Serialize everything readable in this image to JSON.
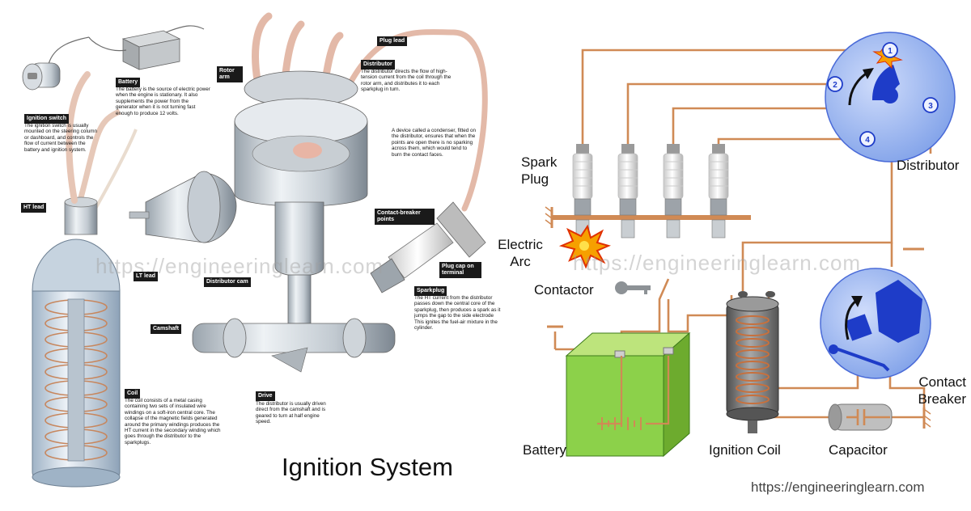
{
  "title": "Ignition System",
  "website": "https://engineeringlearn.com",
  "watermark": "https://engineeringlearn.com",
  "left_diagram": {
    "labels": {
      "ignition_switch": "Ignition switch",
      "battery": "Battery",
      "rotor_arm": "Rotor arm",
      "distributor": "Distributor",
      "plug_lead": "Plug lead",
      "contact_breaker_points": "Contact-breaker points",
      "ht_lead": "HT lead",
      "lt_lead": "LT lead",
      "distributor_cam": "Distributor cam",
      "plug_cap": "Plug cap on terminal",
      "sparkplug": "Sparkplug",
      "camshaft": "Camshaft",
      "drive": "Drive",
      "coil": "Coil"
    },
    "descriptions": {
      "ignition_switch": "The ignition switch is usually mounted on the steering column or dashboard, and controls the flow of current between the battery and ignition system.",
      "battery": "The battery is the source of electric power when the engine is stationary. It also supplements the power from the generator when it is not turning fast enough to produce 12 volts.",
      "distributor": "The distributor directs the flow of high-tension current from the coil through the rotor arm, and distributes it to each sparkplug in turn.",
      "condenser": "A device called a condenser, fitted on the distributor, ensures that when the points are open there is no sparking across them, which would tend to burn the contact faces.",
      "sparkplug": "The HT current from the distributor passes down the central core of the sparkplug, then produces a spark as it jumps the gap to the side electrode This ignites the fuel-air mixture in the cylinder.",
      "drive": "The distributor is usually driven direct from the camshaft and is geared to turn at half engine speed.",
      "coil": "The coil consists of a metal casing containing two sets of insulated wire windings on a soft-iron central core. The collapse of the magnetic fields generated around the primary windings produces the HT current in the secondary winding which goes through the distributor to the sparkplugs."
    }
  },
  "right_diagram": {
    "labels": {
      "spark_plug": "Spark Plug",
      "distributor": "Distributor",
      "electric_arc": "Electric Arc",
      "contactor": "Contactor",
      "contact_breaker": "Contact Breaker",
      "battery": "Battery",
      "ignition_coil": "Ignition Coil",
      "capacitor": "Capacitor"
    },
    "terminals": [
      "1",
      "2",
      "3",
      "4"
    ]
  },
  "colors": {
    "wire": "#d08a55",
    "distributor_disc": "#8fb0f2",
    "rotor_blue": "#1e3cc8",
    "battery_green": "#8cd14a",
    "coil_body": "#7a7a7a",
    "tag_bg": "#1a1a1a"
  }
}
